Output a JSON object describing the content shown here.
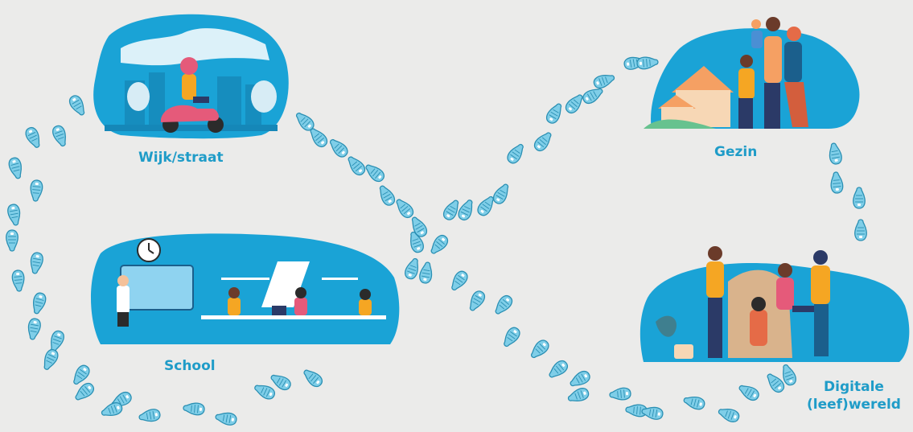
{
  "colors": {
    "background": "#ebebea",
    "accent": "#1f9cc8",
    "blob": "#1aa3d6",
    "footprint": "#7fcee8",
    "footprint_outline": "#2a8fb3"
  },
  "labels": {
    "wijk": "Wijk/straat",
    "school": "School",
    "gezin": "Gezin",
    "digitaal_line1": "Digitale",
    "digitaal_line2": "(leef)wereld"
  },
  "scenes": [
    {
      "id": "wijk",
      "icon": "scooter-rider-street-illustration"
    },
    {
      "id": "school",
      "icon": "classroom-teacher-students-illustration"
    },
    {
      "id": "gezin",
      "icon": "family-house-illustration"
    },
    {
      "id": "digitaal",
      "icon": "people-using-devices-illustration"
    }
  ],
  "path_icon": "footprint-icon"
}
